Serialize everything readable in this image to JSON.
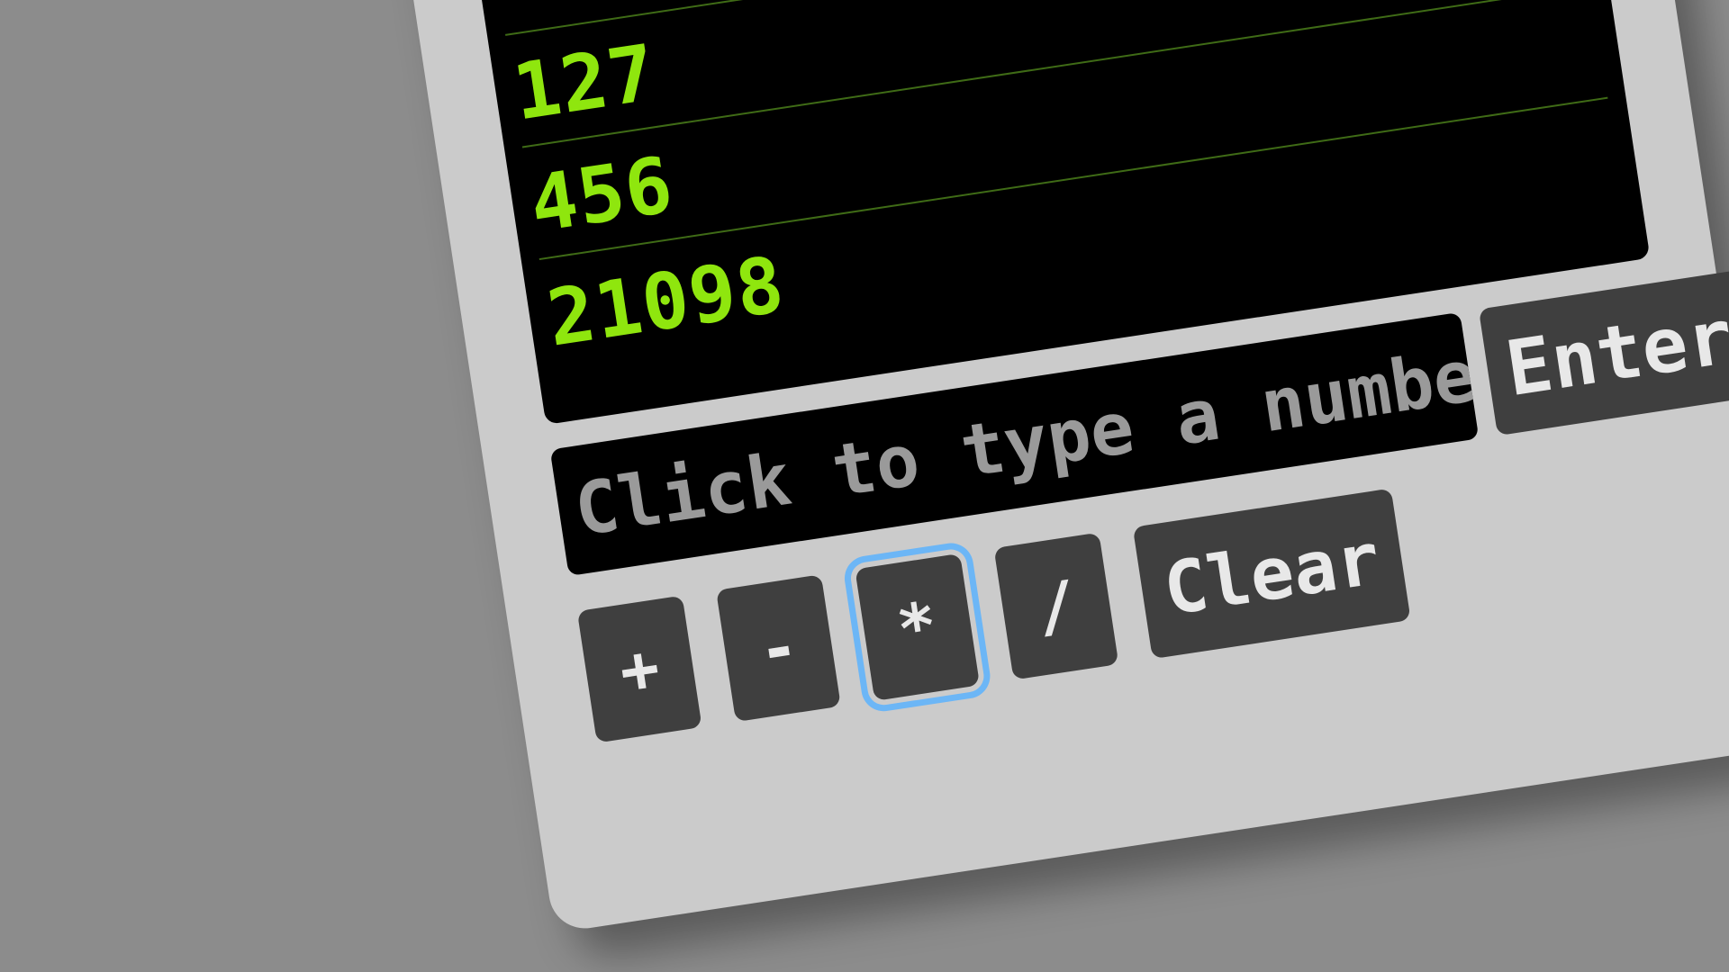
{
  "tape": {
    "entries": [
      "127",
      "456",
      "21098"
    ]
  },
  "entry": {
    "placeholder": "Click to type a number",
    "value": ""
  },
  "buttons": {
    "enter_label": "Enter",
    "plus_label": "+",
    "minus_label": "-",
    "times_label": "*",
    "divide_label": "/",
    "clear_label": "Clear",
    "focused": "*"
  },
  "colors": {
    "background": "#8c8c8c",
    "panel": "#cbcbcb",
    "display": "#000000",
    "tape_text": "#8fe60e",
    "tape_rule": "#3f6b16",
    "button": "#3f3f3f",
    "button_text": "#e8e8e8",
    "placeholder_text": "#9a9a9a",
    "focus_ring": "#6cb6f6"
  }
}
